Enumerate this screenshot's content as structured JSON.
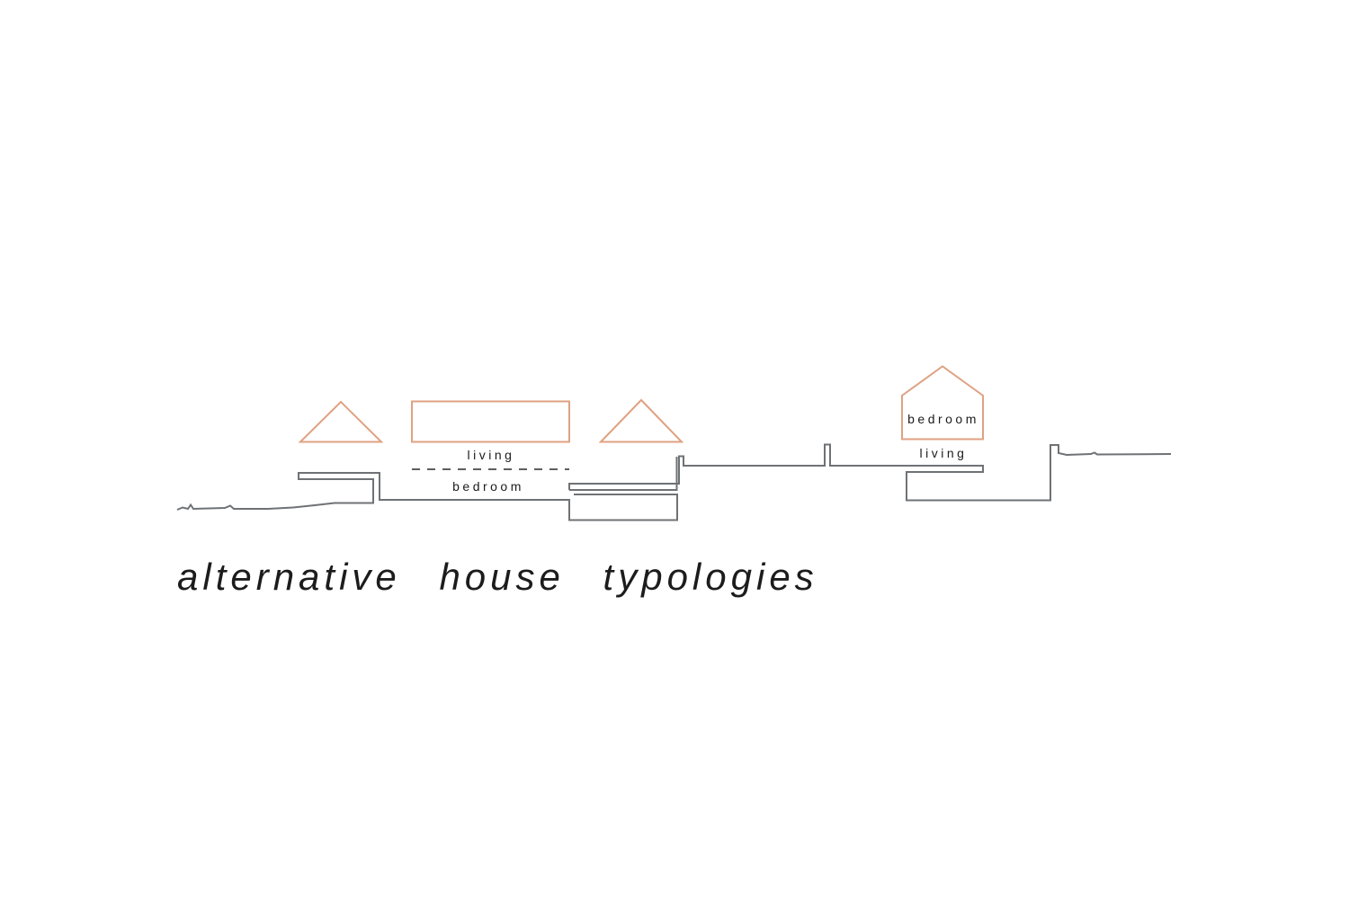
{
  "title": {
    "text": "alternative house typologies"
  },
  "diagram": {
    "labels": {
      "mid_living": "living",
      "mid_bedroom": "bedroom",
      "right_bedroom": "bedroom",
      "right_living": "living"
    },
    "shapes": [
      {
        "name": "roof-triangle-left",
        "type": "triangle",
        "color_role": "accent_orange"
      },
      {
        "name": "living-volume-rectangle",
        "type": "rectangle",
        "color_role": "accent_orange"
      },
      {
        "name": "roof-triangle-middle",
        "type": "triangle",
        "color_role": "accent_orange"
      },
      {
        "name": "bedroom-house-outline",
        "type": "house-pentagon",
        "color_role": "accent_orange"
      },
      {
        "name": "ground-section-left",
        "type": "polyline",
        "color_role": "line_gray"
      },
      {
        "name": "deck-section-right",
        "type": "polyline",
        "color_role": "line_gray"
      },
      {
        "name": "slab-bottom-line",
        "type": "polyline",
        "color_role": "line_gray"
      },
      {
        "name": "living-bedroom-divider",
        "type": "dashed-line",
        "color_role": "dash_gray"
      }
    ]
  },
  "colors": {
    "accent_orange": "#dfa283",
    "line_gray": "#6f7275",
    "dash_gray": "#5c5f62",
    "text_dark": "#1c1c1c",
    "page_bg": "#ffffff"
  }
}
